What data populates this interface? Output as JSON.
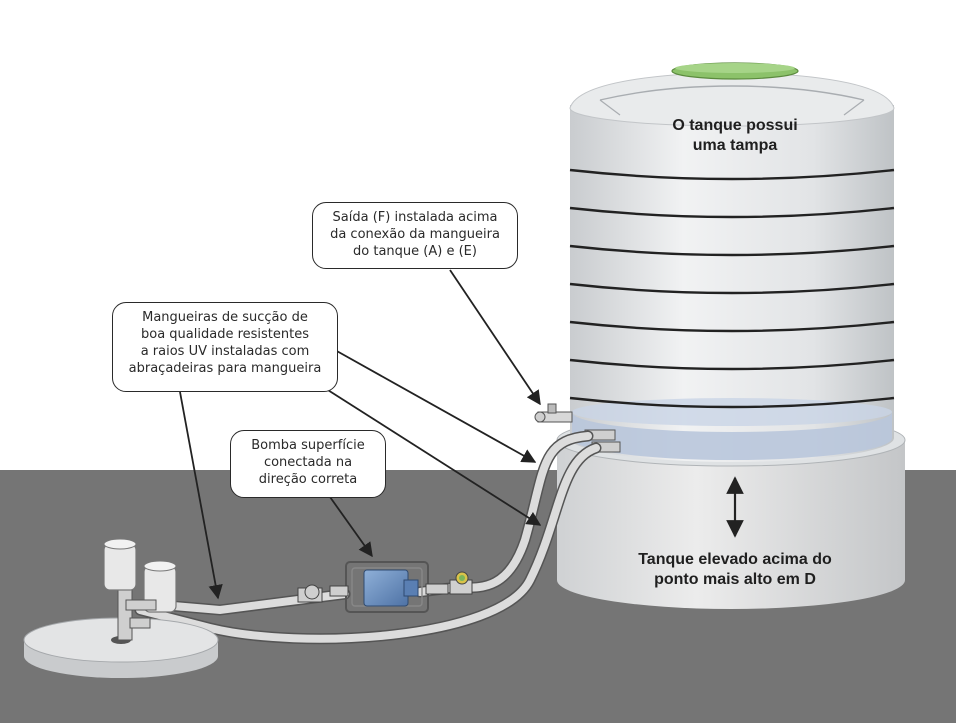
{
  "labels": {
    "tank_lid": [
      "O tanque possui",
      "uma tampa"
    ],
    "outlet": [
      "Saída (F) instalada acima",
      "da conexão da mangueira",
      "do tanque (A) e (E)"
    ],
    "hoses": [
      "Mangueiras de sucção de",
      "boa qualidade resistentes",
      "a raios UV instaladas com",
      "abraçadeiras para mangueira"
    ],
    "pump": [
      "Bomba superfície",
      "conectada na",
      "direção correta"
    ],
    "elevation": [
      "Tanque elevado acima do",
      "ponto mais alto em D"
    ]
  },
  "colors": {
    "ground": "#757575",
    "tank_body": "#e6e8e9",
    "tank_ring": "#222222",
    "lid": "#8cc26a",
    "water": "#b9c6dc",
    "pump_body": "#6b8fc2",
    "valve_green": "#7bb65a",
    "valve_yellow": "#d9c34a"
  }
}
